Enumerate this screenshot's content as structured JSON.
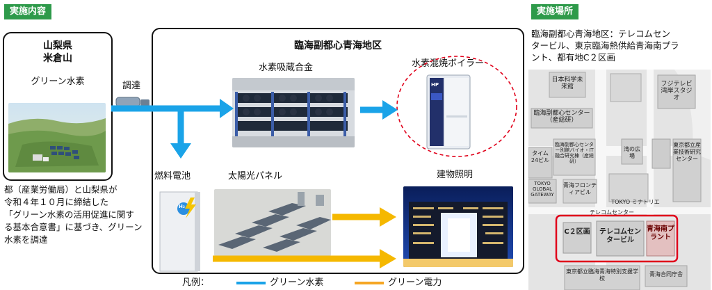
{
  "left_section": {
    "tag": "実施内容",
    "origin_box": {
      "pref": "山梨県",
      "place": "米倉山",
      "product": "グリーン水素"
    },
    "procure_label": "調達",
    "note_lines": [
      "都（産業労働局）と山梨県が",
      "令和４年１０月に締結した",
      "「グリーン水素の活用促進に関す",
      "る基本合意書」に基づき、グリーン",
      "水素を調達"
    ]
  },
  "area_box": {
    "title": "臨海副都心青海地区",
    "storage_label": "水素吸蔵合金",
    "boiler_label": "水素混焼ボイラー",
    "boiler_badge": "HP",
    "fuelcell_label": "燃料電池",
    "fuelcell_badge": "H₂",
    "solar_label": "太陽光パネル",
    "lighting_label": "建物照明"
  },
  "legend": {
    "prefix": "凡例：",
    "items": [
      {
        "label": "グリーン水素",
        "color": "#1aa3e8"
      },
      {
        "label": "グリーン電力",
        "color": "#f5a623"
      }
    ]
  },
  "right_section": {
    "tag": "実施場所",
    "desc_lines": [
      "臨海副都心青海地区：テレコムセン",
      "タービル、東京臨海熱供給青海南プラ",
      "ント、都有地C２区画"
    ],
    "map_labels": {
      "science_museum": "日本科学未来館",
      "fuji": "フジテレビ湾岸スタジオ",
      "center": "臨海副都心センター（産総研）",
      "bio": "臨海副都心センター別館バイオ・IT融合研究棟（産総研）",
      "time24": "タイム24ビル",
      "tokyo_gateway": "TOKYO GLOBAL GATEWAY",
      "tokyo_big_research": "東京都立産業技術研究センター",
      "square": "湾の広場",
      "frontier": "青海フロンティアビル",
      "mitore": "TOKYO ミナトリエ",
      "telecom_center": "テレコムセンター",
      "c2": "C２区画",
      "telecom_building": "テレコムセンタービル",
      "south_plant": "青海南プラント",
      "school": "東京都立臨海青海特別支援学校",
      "gov_bldg": "青海合同庁舎"
    }
  },
  "colors": {
    "hydrogen": "#1aa3e8",
    "power": "#f5a623",
    "tag_green": "#2e9a4a",
    "highlight_red": "#e0001a"
  }
}
